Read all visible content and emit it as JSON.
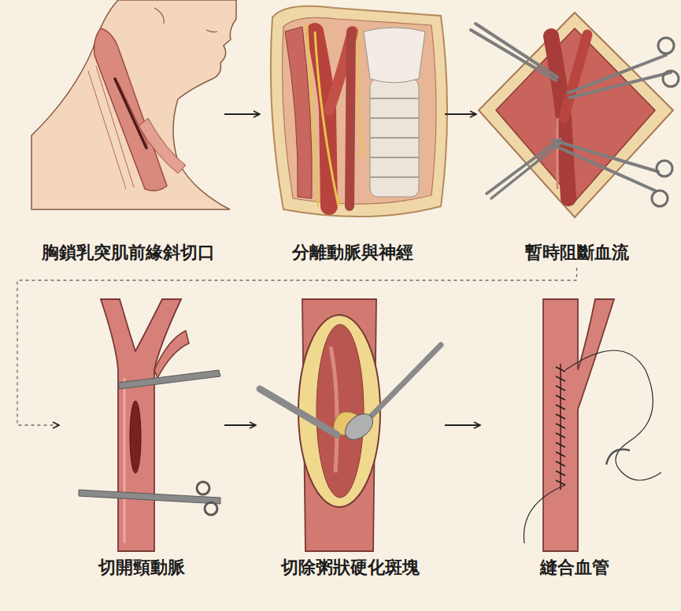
{
  "diagram": {
    "nodes": [
      {
        "text": [
          "胸鎖乳突肌前緣斜切口"
        ]
      },
      {
        "text": [
          "分離動脈與神經"
        ]
      },
      {
        "text": [
          "暫時阻斷血流"
        ]
      },
      {
        "text": [
          "切開頸動脈"
        ]
      },
      {
        "text": [
          "切除粥狀硬化斑塊"
        ]
      },
      {
        "text": [
          "縫合血管"
        ]
      }
    ],
    "edges": [
      {
        "from": 0,
        "to": 1,
        "arrow": "to"
      },
      {
        "from": 1,
        "to": 2,
        "arrow": "to"
      },
      {
        "from": 2,
        "to": 3,
        "arrow": "to"
      },
      {
        "from": 3,
        "to": 4,
        "arrow": "to"
      },
      {
        "from": 4,
        "to": 5,
        "arrow": "to"
      }
    ]
  }
}
